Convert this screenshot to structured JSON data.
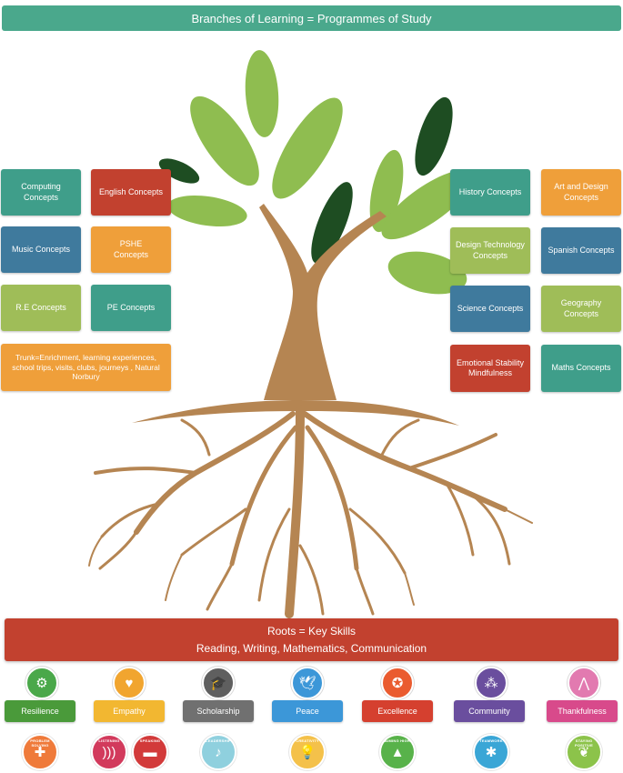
{
  "header": {
    "title": "Branches of Learning = Programmes of Study"
  },
  "left_boxes": [
    {
      "label": "Computing Concepts"
    },
    {
      "label": "English Concepts"
    },
    {
      "label": "Music Concepts"
    },
    {
      "label": "PSHE\nConcepts"
    },
    {
      "label": "R.E  Concepts"
    },
    {
      "label": "PE Concepts"
    },
    {
      "label": "Trunk=Enrichment, learning experiences, school trips, visits, clubs, journeys , Natural Norbury"
    }
  ],
  "right_boxes": [
    {
      "label": "History Concepts"
    },
    {
      "label": "Art and Design\nConcepts"
    },
    {
      "label": "Design  Technology\nConcepts"
    },
    {
      "label": "Spanish Concepts"
    },
    {
      "label": "Science Concepts"
    },
    {
      "label": "Geography  Concepts"
    },
    {
      "label": "Emotional Stability\nMindfulness"
    },
    {
      "label": "Maths Concepts"
    }
  ],
  "roots": {
    "title": "Roots = Key Skills",
    "skills": "Reading, Writing, Mathematics, Communication"
  },
  "values": [
    {
      "label": "Resilience",
      "icon": "head-gear-icon",
      "color": "#4a9a3a",
      "icon_color": "#4aa84a"
    },
    {
      "label": "Empathy",
      "icon": "heart-hands-icon",
      "color": "#f2b731",
      "icon_color": "#f1a52f"
    },
    {
      "label": "Scholarship",
      "icon": "graduation-cap-icon",
      "color": "#707070",
      "icon_color": "#5f5f5f"
    },
    {
      "label": "Peace",
      "icon": "dove-icon",
      "color": "#3c97d8",
      "icon_color": "#3c97d8"
    },
    {
      "label": "Excellence",
      "icon": "medal-icon",
      "color": "#d5402f",
      "icon_color": "#ea5b2f"
    },
    {
      "label": "Community",
      "icon": "people-icon",
      "color": "#6a4e9e",
      "icon_color": "#6a4e9e"
    },
    {
      "label": "Thankfulness",
      "icon": "praying-hands-icon",
      "color": "#d84a8b",
      "icon_color": "#e27ab0"
    }
  ],
  "skills_badges": [
    {
      "label": "PROBLEM SOLVING",
      "icon": "puzzle-icon",
      "color": "#ef7a3a"
    },
    {
      "label": "LISTENING",
      "icon": "sound-waves-icon",
      "color": "#d23a5c"
    },
    {
      "label": "SPEAKING",
      "icon": "speech-bubble-icon",
      "color": "#d23a3a"
    },
    {
      "label": "LEADERSHIP",
      "icon": "conductor-icon",
      "color": "#8fd0de"
    },
    {
      "label": "CREATIVITY",
      "icon": "lightbulb-icon",
      "color": "#f4c14a"
    },
    {
      "label": "AIMING HIGH",
      "icon": "mountain-flag-icon",
      "color": "#58b24a"
    },
    {
      "label": "TEAMWORK",
      "icon": "team-star-icon",
      "color": "#3aa6d6"
    },
    {
      "label": "STAYING POSITIVE",
      "icon": "leaf-icon",
      "color": "#8cc34a"
    }
  ]
}
